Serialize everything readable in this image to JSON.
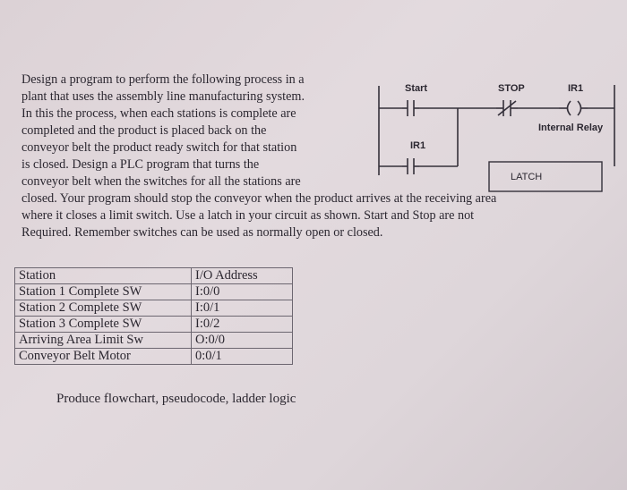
{
  "paragraph_lines": [
    "Design a program to perform the following process in a",
    "plant that uses the assembly line manufacturing system.",
    "In this the process, when each stations is complete are",
    "completed and the product is placed back on the",
    "conveyor belt the product ready switch for that station",
    "is closed. Design a PLC program that turns the",
    "conveyor belt when the switches for all the stations are",
    "closed. Your program should stop the conveyor when the product arrives at the receiving area",
    "where it closes a limit switch. Use a latch in your circuit as shown. Start and Stop are not",
    "Required. Remember switches can be used as normally open or closed."
  ],
  "ladder": {
    "start_label": "Start",
    "stop_label": "STOP",
    "coil_label": "IR1",
    "coil_desc": "Internal Relay",
    "seal_label": "IR1",
    "latch_label": "LATCH"
  },
  "io_table": {
    "headers": [
      "Station",
      "I/O Address"
    ],
    "rows": [
      [
        "Station 1 Complete SW",
        "I:0/0"
      ],
      [
        "Station 2 Complete SW",
        "I:0/1"
      ],
      [
        "Station 3 Complete SW",
        "I:0/2"
      ],
      [
        "Arriving Area Limit Sw",
        "O:0/0"
      ],
      [
        "Conveyor Belt Motor",
        "0:0/1"
      ]
    ]
  },
  "footer": "Produce flowchart, pseudocode, ladder logic"
}
